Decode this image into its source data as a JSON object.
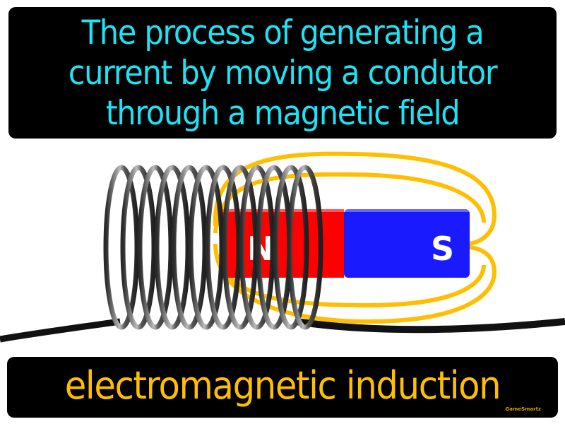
{
  "definition": {
    "text": "The process of generating a current by moving a condutor through a magnetic field",
    "color": "#1de3f5"
  },
  "term": {
    "text": "electromagnetic induction",
    "color": "#ffbf00"
  },
  "brand": {
    "text": "GameSmartz"
  },
  "illustration": {
    "magnet": {
      "north_label": "N",
      "south_label": "S",
      "north_color": "#ff0000",
      "south_color": "#1a1aff"
    },
    "field_line_color": "#ffbf00",
    "coil_color": "#3a3a3a",
    "wire_color": "#111111",
    "coil_turns": 12
  }
}
